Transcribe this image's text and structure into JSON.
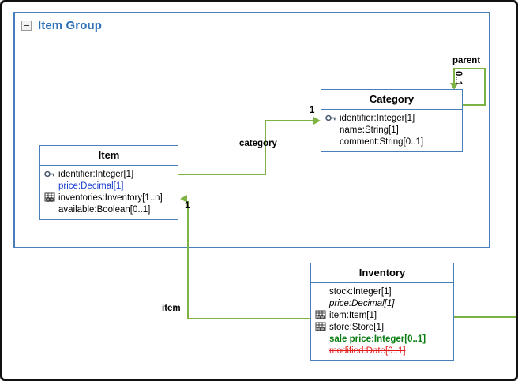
{
  "diagram": {
    "title": "Item Group",
    "collapse_icon": "minus-box-icon",
    "accent_color": "#4a7ebb",
    "title_color": "#2f71b8",
    "association_color": "#7cb342"
  },
  "classes": {
    "item": {
      "name": "Item",
      "attributes": [
        {
          "text": "identifier:Integer[1]",
          "icon": "key-icon",
          "style": "normal"
        },
        {
          "text": "price:Decimal[1]",
          "icon": "none",
          "style": "blue"
        },
        {
          "text": "inventories:Inventory[1..n]",
          "icon": "relation-icon",
          "style": "normal"
        },
        {
          "text": "available:Boolean[0..1]",
          "icon": "none",
          "style": "normal"
        }
      ]
    },
    "category": {
      "name": "Category",
      "attributes": [
        {
          "text": "identifier:Integer[1]",
          "icon": "key-icon",
          "style": "normal"
        },
        {
          "text": "name:String[1]",
          "icon": "none",
          "style": "normal"
        },
        {
          "text": "comment:String[0..1]",
          "icon": "none",
          "style": "normal"
        }
      ]
    },
    "inventory": {
      "name": "Inventory",
      "attributes": [
        {
          "text": "stock:Integer[1]",
          "icon": "none",
          "style": "normal"
        },
        {
          "text": "price:Decimal[1]",
          "icon": "none",
          "style": "italic"
        },
        {
          "text": "item:Item[1]",
          "icon": "relation-icon",
          "style": "normal"
        },
        {
          "text": "store:Store[1]",
          "icon": "relation-icon",
          "style": "normal"
        },
        {
          "text": "sale price:Integer[0..1]",
          "icon": "none",
          "style": "green-add"
        },
        {
          "text": "modified:Date[0..1]",
          "icon": "none",
          "style": "red-del"
        }
      ]
    }
  },
  "associations": {
    "category_role": "category",
    "category_multiplicity": "1",
    "parent_role": "parent",
    "parent_multiplicity": "0..1",
    "item_role": "item",
    "item_multiplicity": "1"
  }
}
